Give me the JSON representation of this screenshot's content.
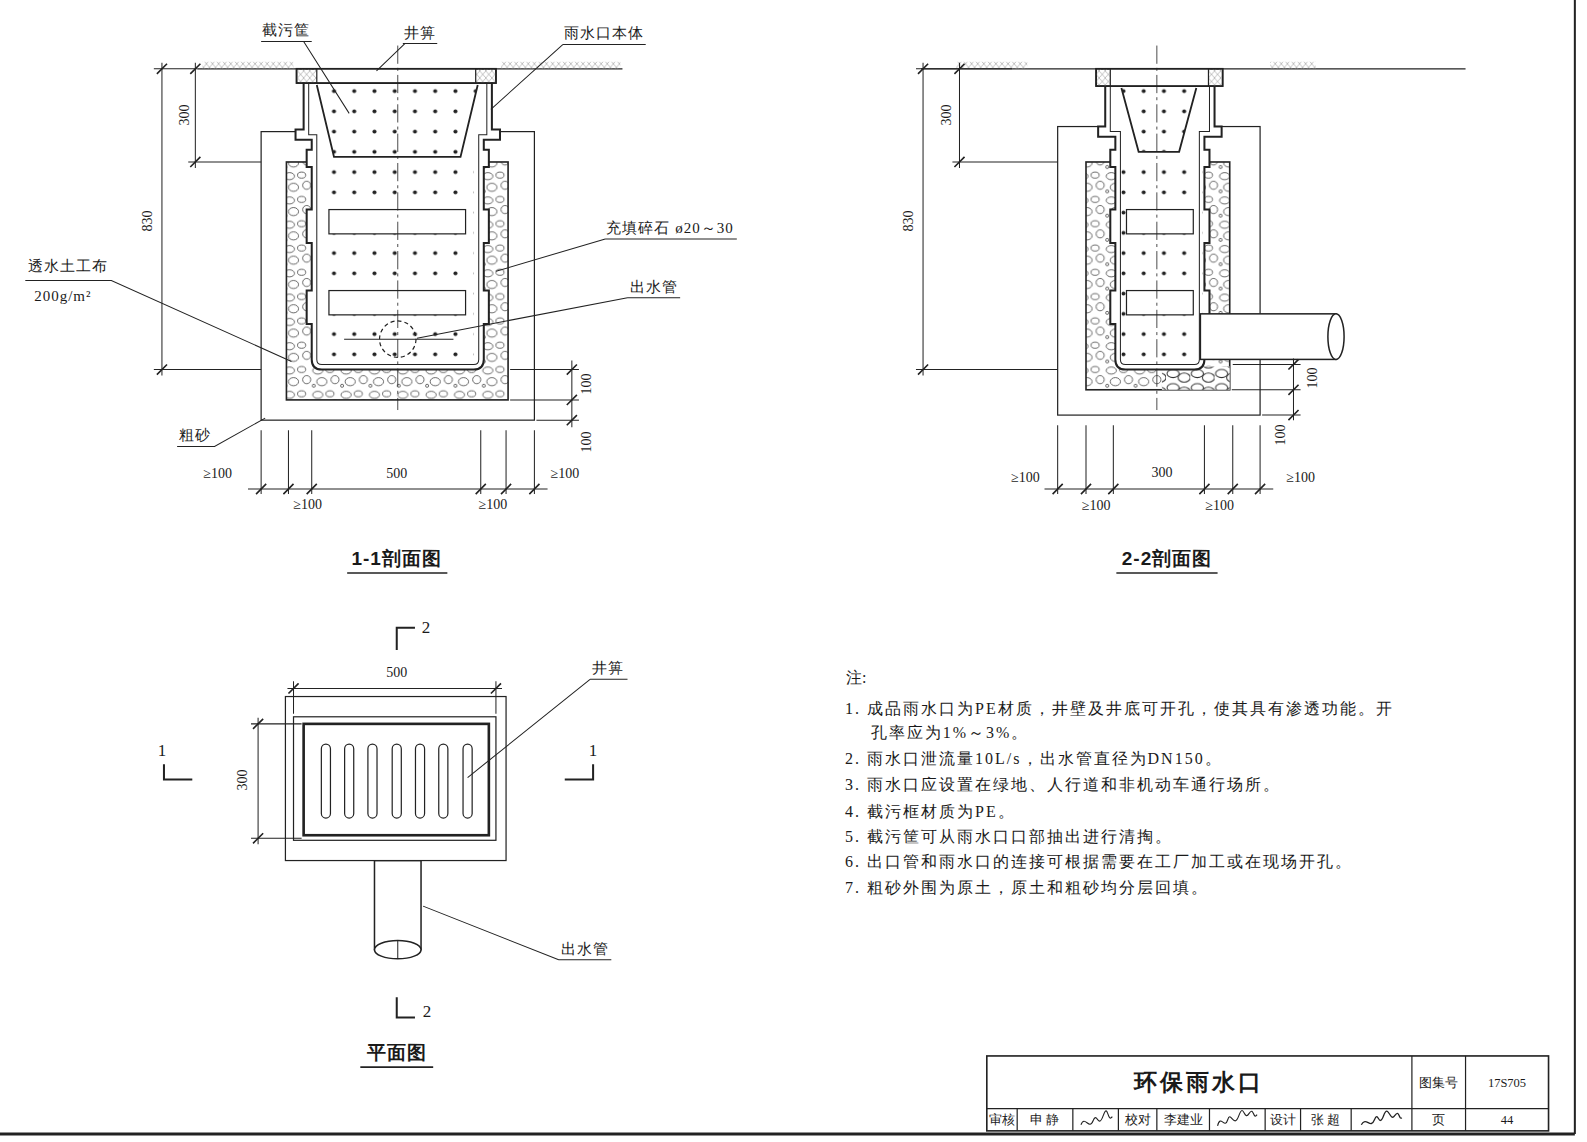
{
  "diagram": {
    "title": "环保雨水口",
    "labels": [
      "截污筐",
      "井箅",
      "雨水口本体",
      "300",
      "830",
      "充填碎石 ø20～30",
      "透水土工布",
      "200g/m²",
      "出水管",
      "100",
      "100",
      "粗砂",
      "≥100",
      "500",
      "≥100",
      "≥100",
      "≥100",
      "1-1剖面图",
      "300",
      "830",
      "100",
      "100",
      "≥100",
      "300",
      "≥100",
      "≥100",
      "≥100",
      "2-2剖面图",
      "2",
      "500",
      "井箅",
      "1",
      "300",
      "1",
      "出水管",
      "2",
      "平面图",
      "注:",
      "1. 成品雨水口为PE材质，井壁及井底可开孔，使其具有渗透功能。开 孔率应为1%～3%。",
      "2. 雨水口泄流量10L/s，出水管直径为DN150。",
      "3. 雨水口应设置在绿地、人行道和非机动车通行场所。",
      "4. 截污框材质为PE。",
      "5. 截污筐可从雨水口口部抽出进行清掏。",
      "6. 出口管和雨水口的连接可根据需要在工厂加工或在现场开孔。",
      "7. 粗砂外围为原土，原土和粗砂均分层回填。",
      "图集号",
      "17S705",
      "审核",
      "申 静",
      "校对",
      "李建业",
      "设计",
      "张 超",
      "页",
      "44"
    ]
  }
}
